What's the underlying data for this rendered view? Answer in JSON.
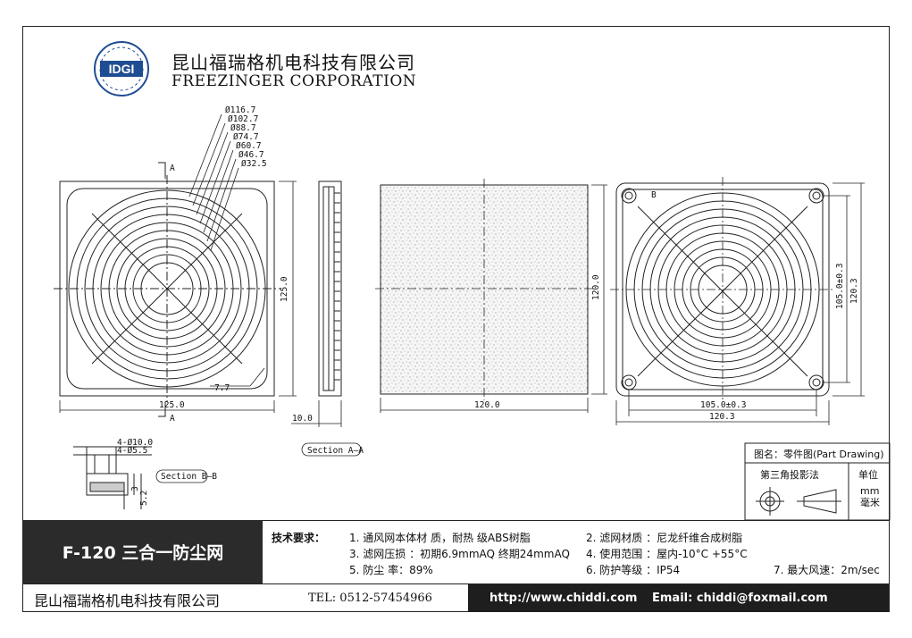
{
  "header": {
    "company_cn": "昆山福瑞格机电科技有限公司",
    "company_en": "FREEZINGER CORPORATION",
    "logo_text": "IDGI"
  },
  "dimensions": {
    "diameters": [
      "Ø116.7",
      "Ø102.7",
      "Ø88.7",
      "Ø74.7",
      "Ø60.7",
      "Ø46.7",
      "Ø32.5"
    ],
    "front_width": "125.0",
    "front_height": "125.0",
    "rib": "7.7",
    "depth": "10.0",
    "media_width": "120.0",
    "media_height": "120.0",
    "rear_hole_width": "105.0±0.3",
    "rear_width": "120.3",
    "rear_hole_height": "105.0±0.3",
    "rear_height": "120.3",
    "detail_d1": "4-Ø10.0",
    "detail_d2": "4-Ø5.5",
    "detail_h1": "3",
    "detail_h2": "5.2"
  },
  "labels": {
    "section_a_marker": "A",
    "section_b_marker": "B",
    "section_aa": "Section A—A",
    "section_bb": "Section B—B"
  },
  "title_block": {
    "drawing_name": "图名：零件图(Part Drawing)",
    "projection_label": "第三角投影法",
    "unit_label": "单位",
    "unit_value": "mm\n毫米"
  },
  "product": {
    "model": "F-120  三合一防尘网",
    "req_title": "技术要求：",
    "req": [
      "1. 通风网本体材  质，耐热 级ABS树脂",
      "2. 滤网材质 ：尼龙纤维合成树脂",
      "3. 滤网压损 ：初期6.9mmAQ  终期24mmAQ",
      "4. 使用范围 ：屋内-10°C +55°C",
      "5. 防尘 率：89%",
      "6. 防护等级 ：IP54",
      "7. 最大风速：2m/sec"
    ]
  },
  "footer": {
    "company": "昆山福瑞格机电科技有限公司",
    "tel": "TEL: 0512-57454966",
    "url": "http://www.chiddi.com",
    "email": "Email: chiddi@foxmail.com"
  }
}
